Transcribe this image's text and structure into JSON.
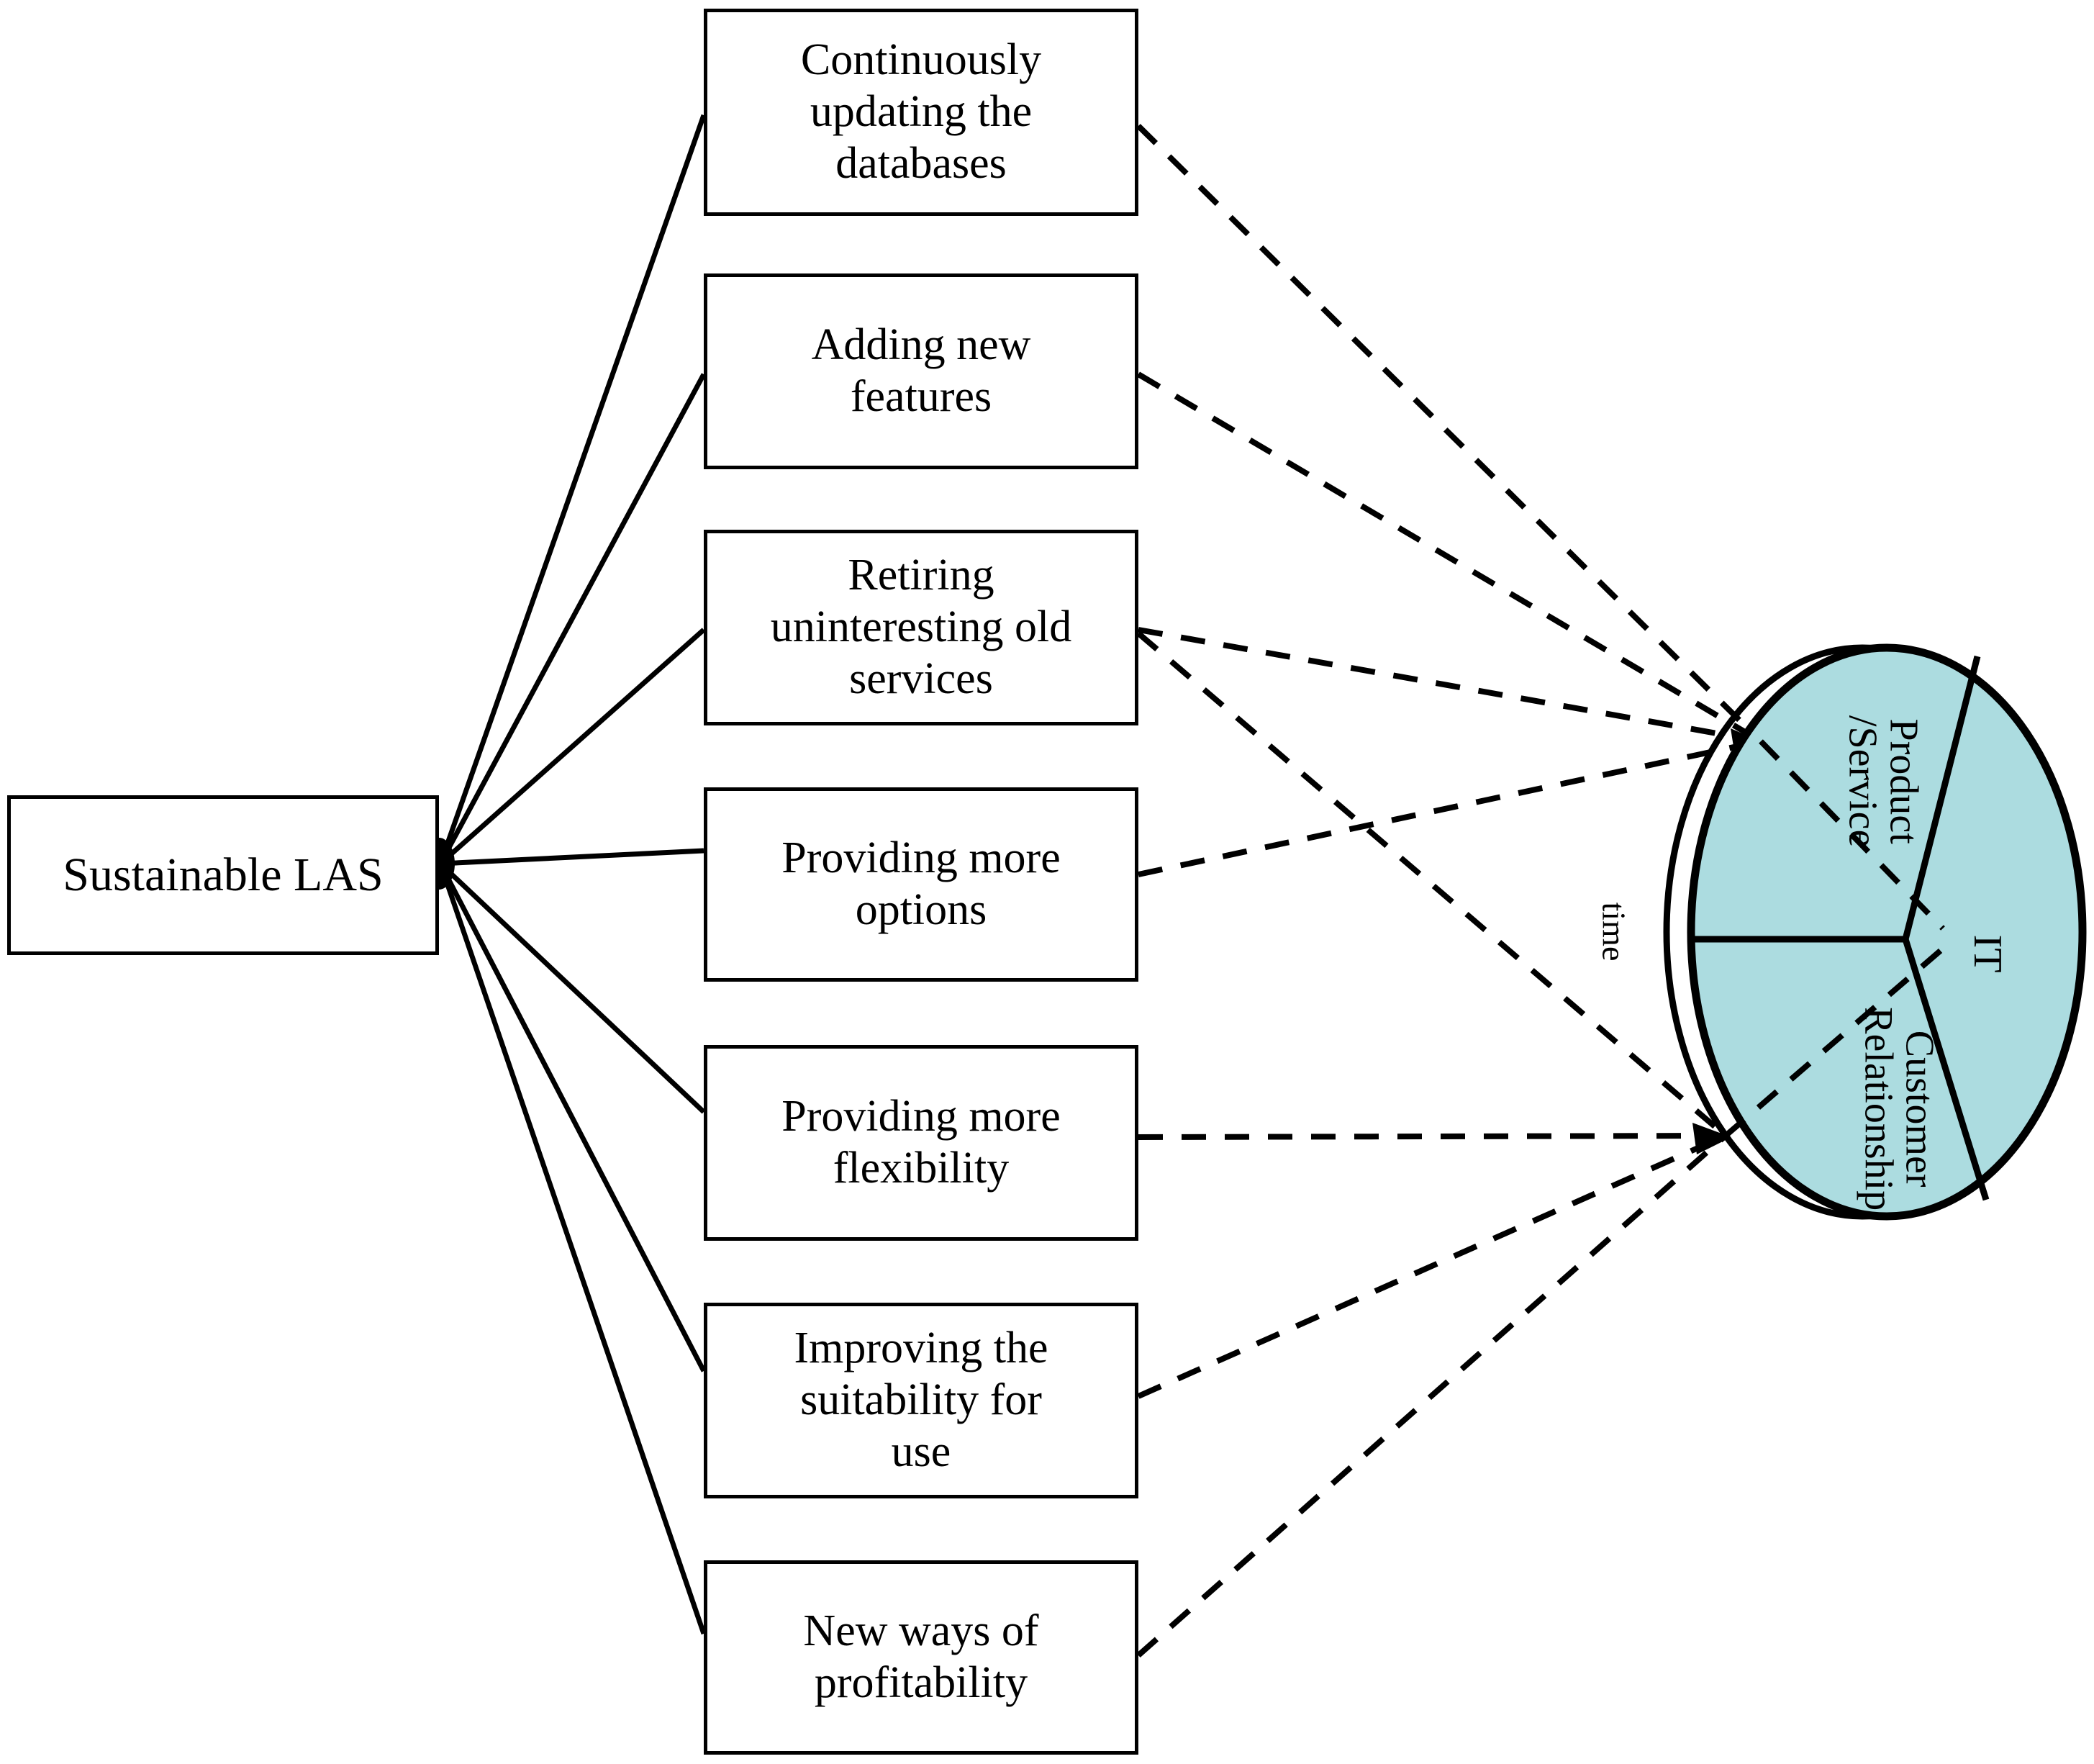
{
  "diagram": {
    "title": "Sustainable LAS drivers and business model dimensions",
    "root": {
      "label": "Sustainable LAS"
    },
    "drivers": [
      {
        "label": "Continuously\nupdating the\ndatabases"
      },
      {
        "label": "Adding new\nfeatures"
      },
      {
        "label": "Retiring\nuninteresting old\nservices"
      },
      {
        "label": "Providing more\noptions"
      },
      {
        "label": "Providing more\nflexibility"
      },
      {
        "label": "Improving the\nsuitability for\nuse"
      },
      {
        "label": "New ways of\nprofitability"
      }
    ],
    "wheel": {
      "time_label": "time",
      "sectors": [
        {
          "label": "Product\n/Service"
        },
        {
          "label": "Customer\nRelationship"
        },
        {
          "label": "IT"
        }
      ],
      "fill_color": "#ACDCE0",
      "stroke_color": "#000000"
    },
    "line_styles": {
      "root_to_driver": "solid",
      "driver_to_wheel": "dashed"
    }
  }
}
